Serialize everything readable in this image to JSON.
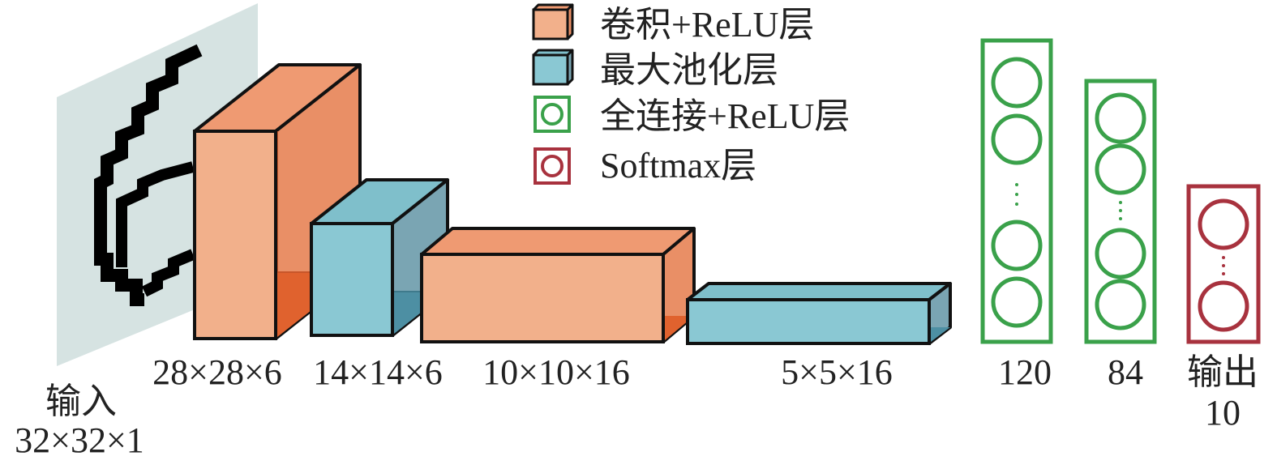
{
  "legend": {
    "conv": "卷积+ReLU层",
    "pool": "最大池化层",
    "fc": "全连接+ReLU层",
    "softmax": "Softmax层"
  },
  "input": {
    "title": "输入",
    "size": "32×32×1"
  },
  "layers": {
    "conv1": "28×28×6",
    "pool1": "14×14×6",
    "conv2": "10×10×16",
    "pool2": "5×5×16",
    "fc1": "120",
    "fc2": "84",
    "output_title": "输出",
    "output_size": "10"
  },
  "colors": {
    "conv_front": "#f2b08b",
    "conv_top": "#ef9a72",
    "conv_side": "#e98f66",
    "conv_inner": "#e0622e",
    "pool_front": "#8ac8d3",
    "pool_top": "#7fbfcb",
    "pool_side": "#7aa5b3",
    "pool_inner": "#4d8fa3",
    "fc": "#3aa14a",
    "softmax": "#a8323e",
    "input_bg": "#d6e3e2"
  }
}
